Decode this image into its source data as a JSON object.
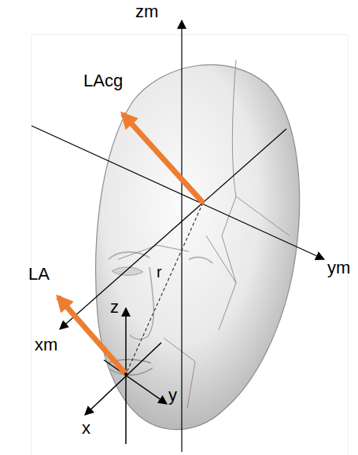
{
  "diagram": {
    "labels": [
      "zm",
      "LAcg",
      "ym",
      "LA",
      "r",
      "z",
      "y",
      "x",
      "xm"
    ]
  }
}
